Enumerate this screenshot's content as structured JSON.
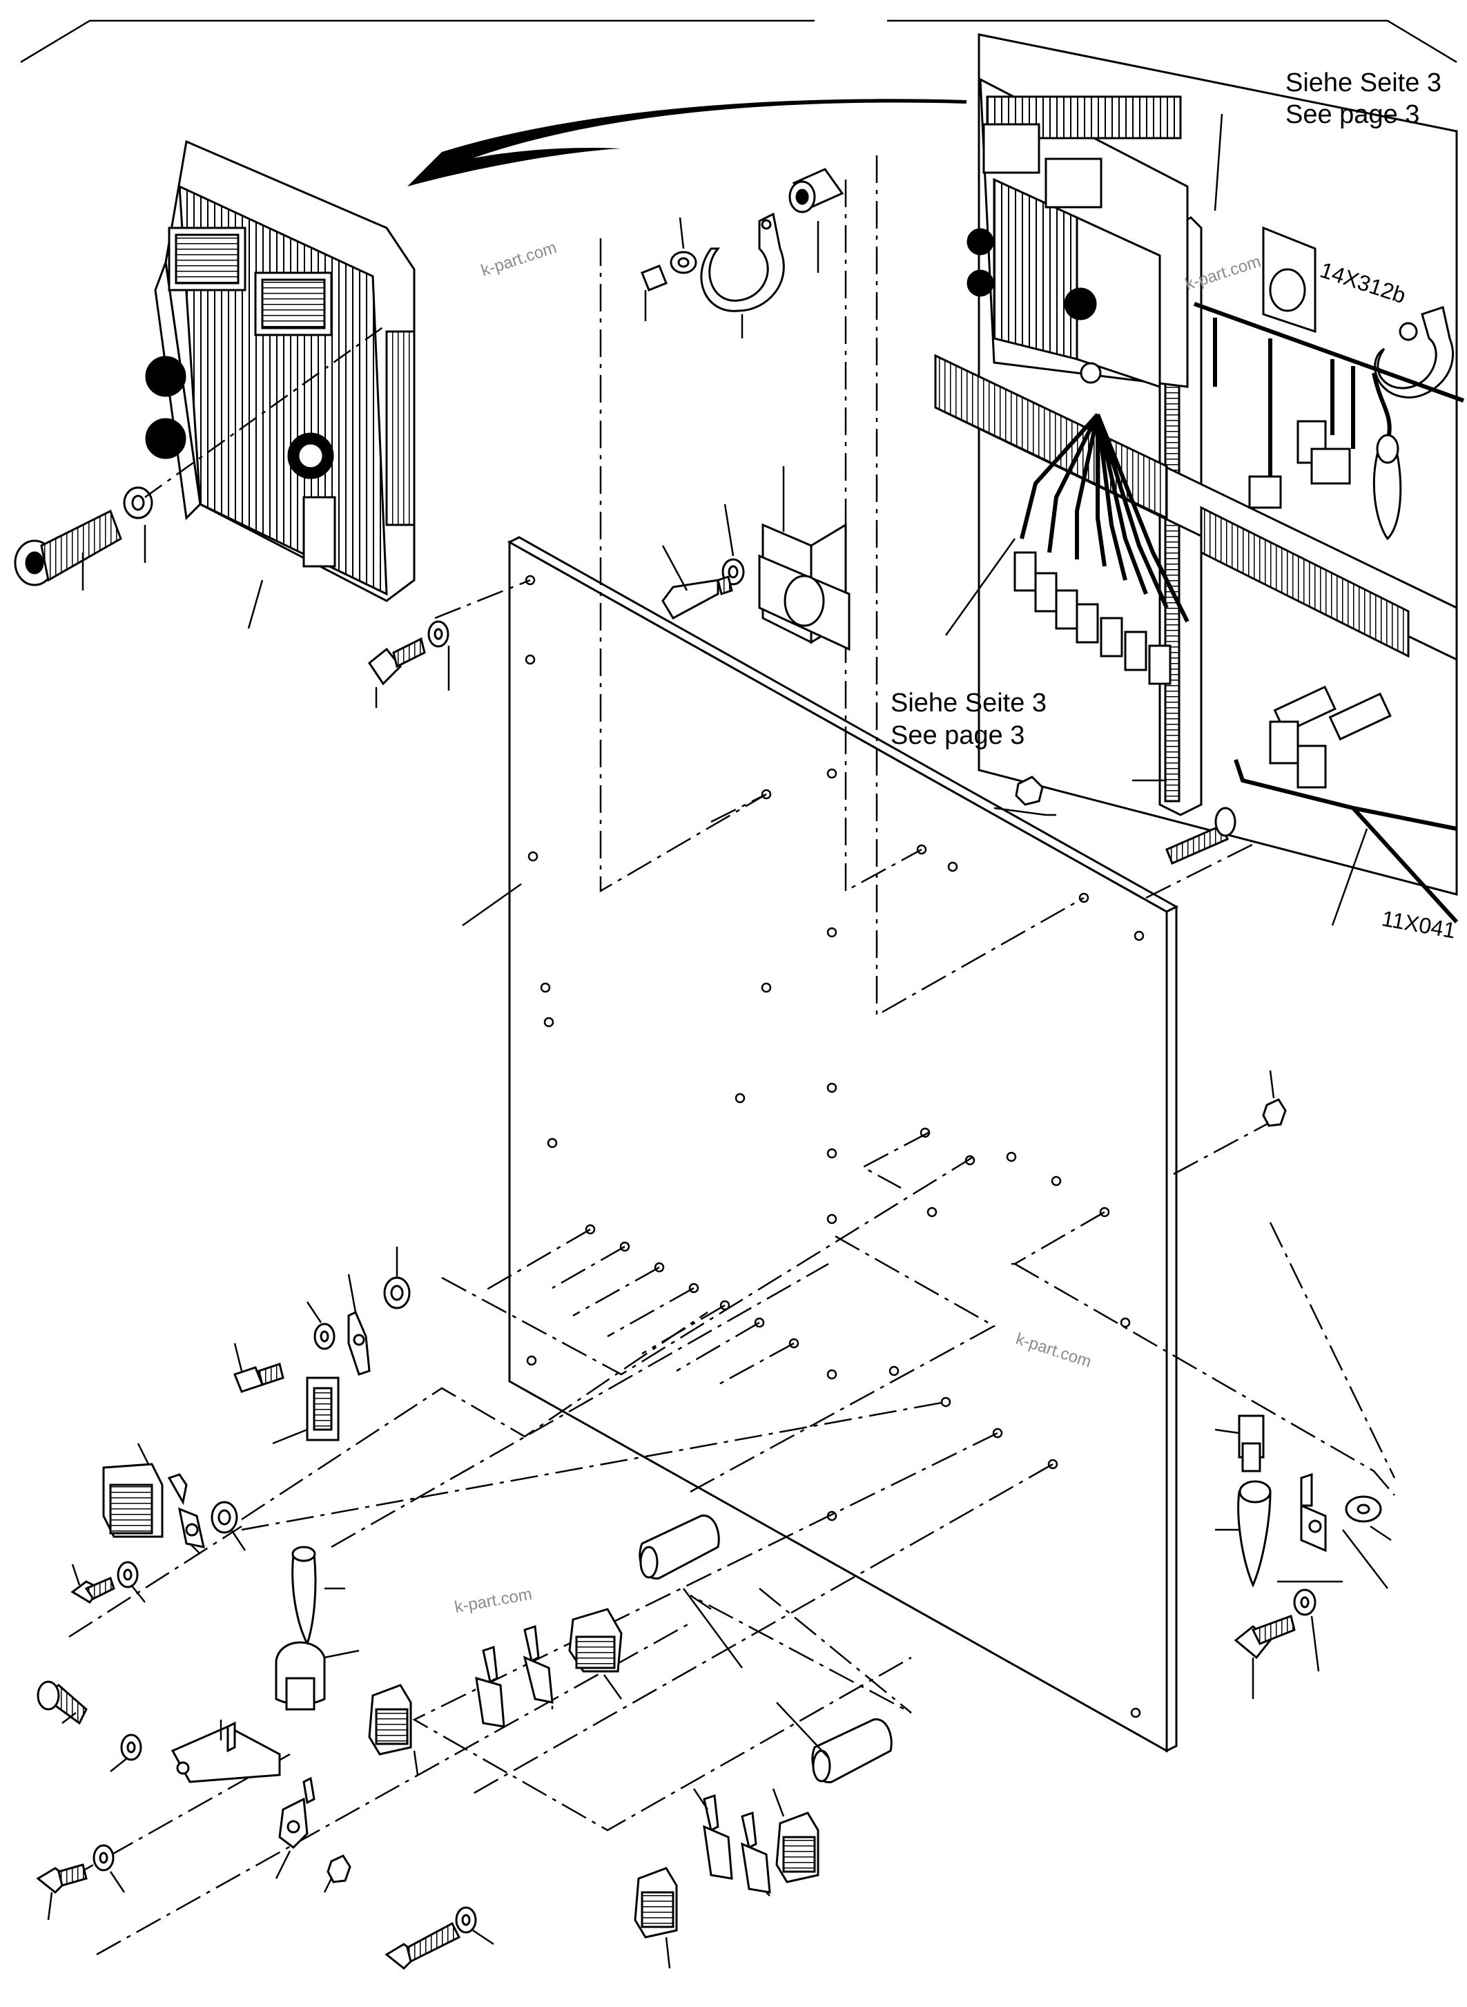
{
  "references": {
    "ref_top_de": "Siehe Seite 3",
    "ref_top_en": "See page 3",
    "ref_mid_de": "Siehe Seite 3",
    "ref_mid_en": "See page 3"
  },
  "connectors": {
    "connector_a": "14X312b",
    "connector_b": "11X041"
  },
  "watermarks": [
    "k-part.com",
    "k-part.com",
    "k-part.com",
    "k-part.com"
  ]
}
